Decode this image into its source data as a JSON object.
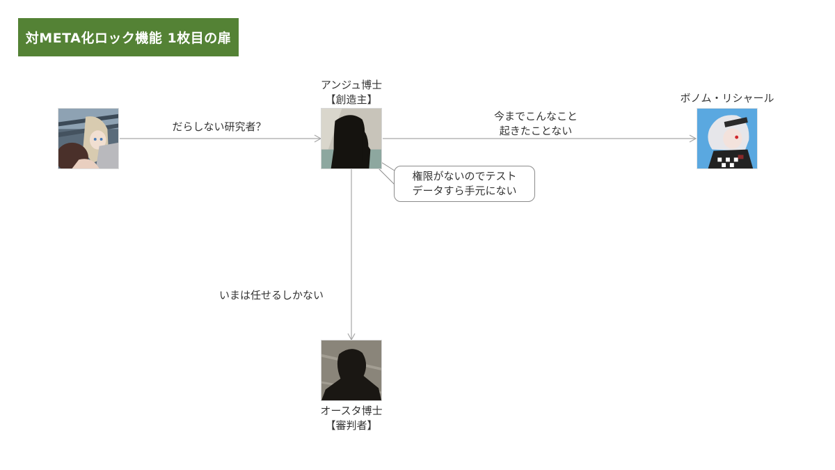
{
  "title": "対META化ロック機能 1枚目の扉",
  "colors": {
    "title_bg": "#548235",
    "title_text": "#ffffff",
    "edge": "#a6a6a6",
    "text": "#333333"
  },
  "nodes": {
    "left_character": {
      "name": "",
      "role": "",
      "avatar": "anime-girl-blonde-avatar"
    },
    "anju": {
      "name": "アンジュ博士",
      "role": "【創造主】",
      "avatar": "silhouette-twintail-avatar"
    },
    "bonom": {
      "name": "ボノム・リシャール",
      "role": "",
      "avatar": "anime-girl-white-hair-avatar"
    },
    "osta": {
      "name": "オースタ博士",
      "role": "【審判者】",
      "avatar": "silhouette-short-hair-avatar"
    }
  },
  "edges": {
    "left_to_anju": {
      "label": "だらしない研究者？"
    },
    "anju_to_bonom": {
      "label_line1": "今までこんなこと",
      "label_line2": "起きたことない"
    },
    "anju_to_osta": {
      "label": "いまは任せるしかない"
    }
  },
  "callout": {
    "line1": "権限がないのでテスト",
    "line2": "データすら手元にない"
  }
}
